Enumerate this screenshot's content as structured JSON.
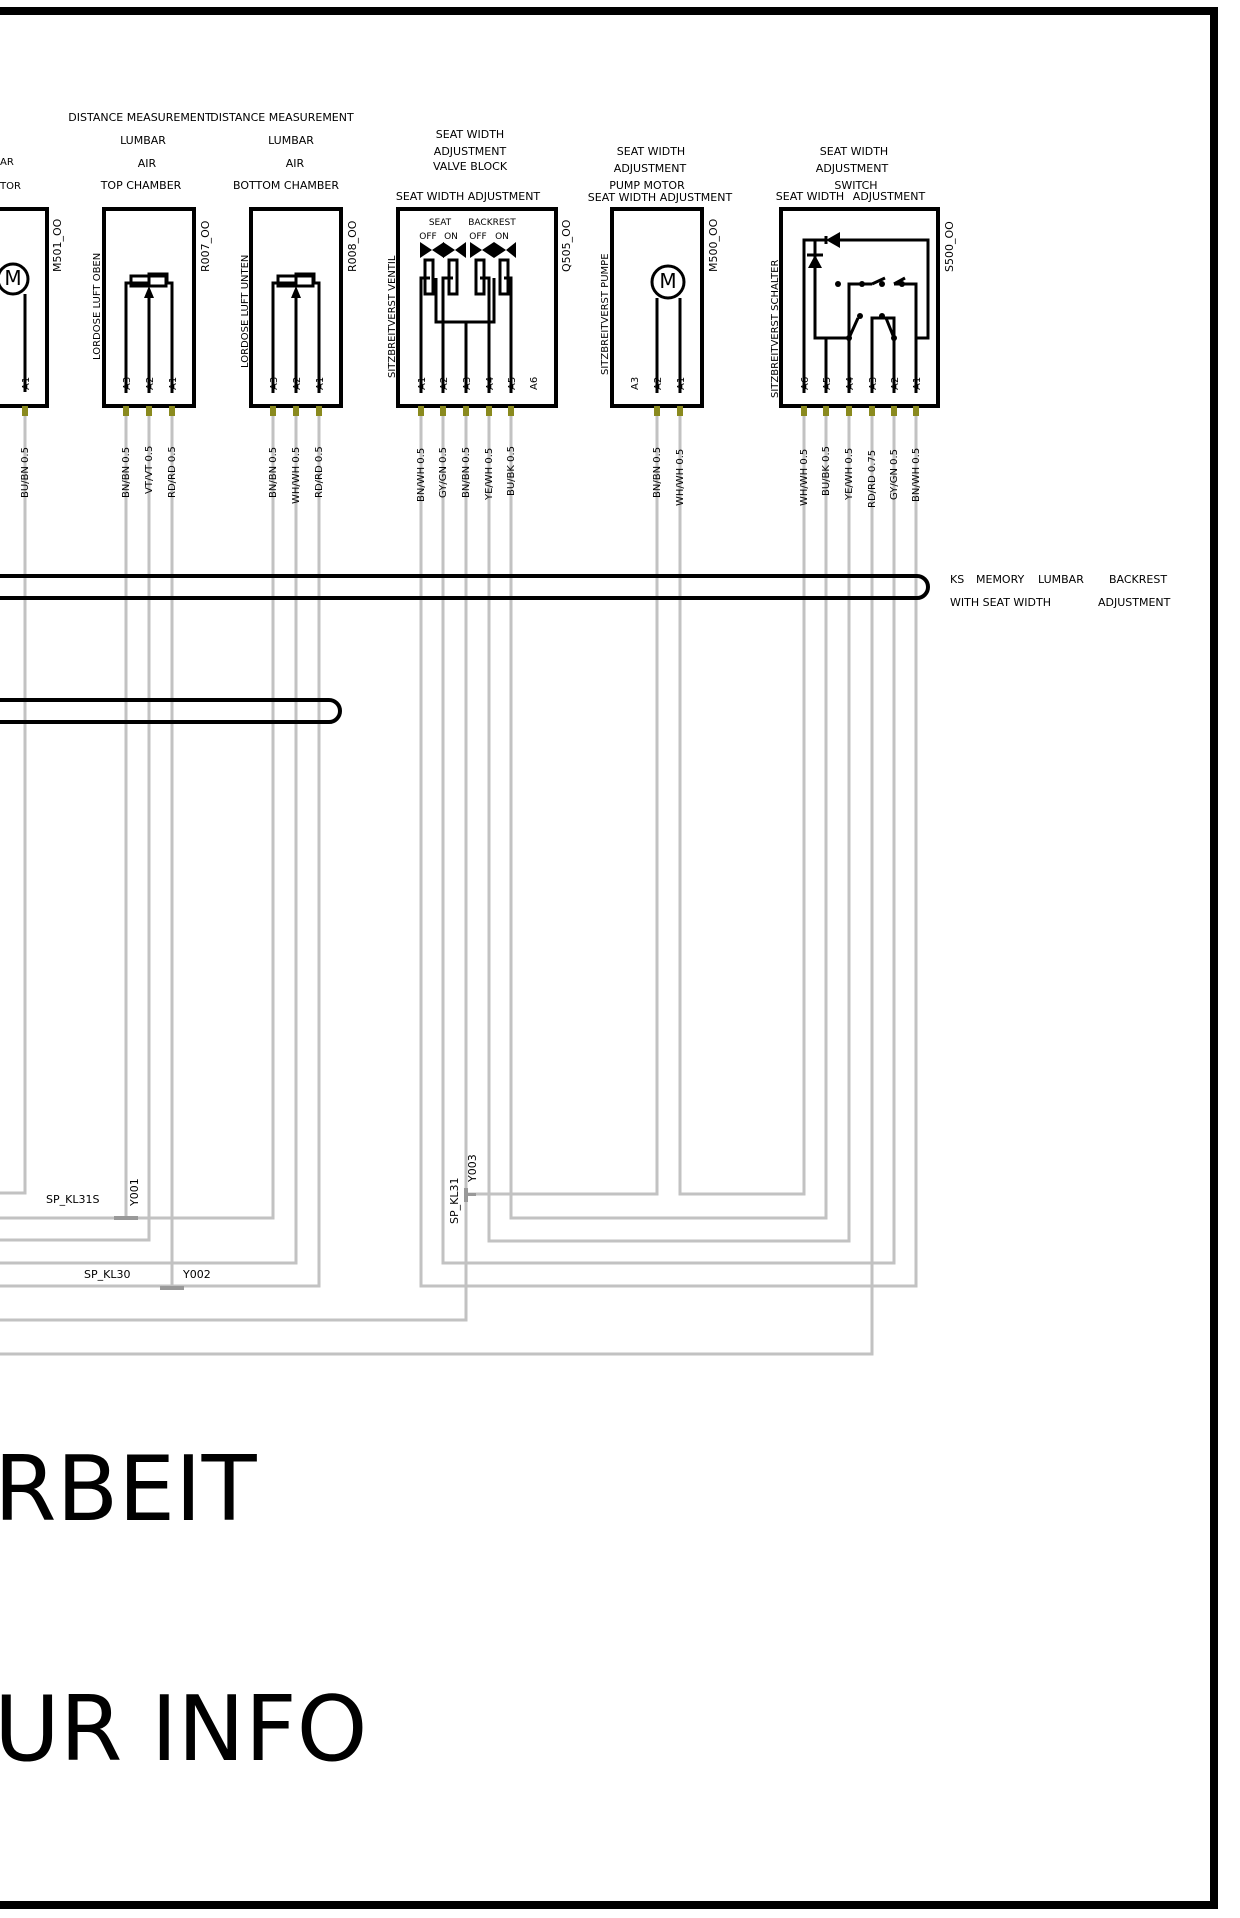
{
  "components": {
    "m501": {
      "title": [
        "AR",
        "TOR"
      ],
      "code": "M501_OO",
      "symbol": "M",
      "pins": [
        "A1"
      ],
      "wires": [
        "BU/BN 0.5"
      ]
    },
    "r007": {
      "title": [
        "DISTANCE MEASUREMENT",
        "LUMBAR",
        "AIR",
        "TOP CHAMBER"
      ],
      "side_label": "LORDOSE LUFT OBEN",
      "code": "R007_OO",
      "pins": [
        "A3",
        "A2",
        "A1"
      ],
      "wires": [
        "BN/BN 0.5",
        "VT/VT 0.5",
        "RD/RD 0.5"
      ]
    },
    "r008": {
      "title": [
        "DISTANCE MEASUREMENT",
        "LUMBAR",
        "AIR",
        "BOTTOM CHAMBER"
      ],
      "side_label": "LORDOSE LUFT UNTEN",
      "code": "R008_OO",
      "pins": [
        "A3",
        "A2",
        "A1"
      ],
      "wires": [
        "BN/BN 0.5",
        "WH/WH 0.5",
        "RD/RD 0.5"
      ]
    },
    "q505": {
      "title": [
        "SEAT WIDTH",
        "ADJUSTMENT",
        "VALVE BLOCK",
        "SEAT WIDTH ADJUSTMENT"
      ],
      "side_label": "SITZBREITVERST VENTIL",
      "code": "Q505_OO",
      "inner_labels": [
        "SEAT",
        "BACKREST",
        "OFF",
        "ON",
        "OFF",
        "ON"
      ],
      "pins": [
        "A1",
        "A2",
        "A3",
        "A4",
        "A5",
        "A6"
      ],
      "wires": [
        "BN/WH 0.5",
        "GY/GN 0.5",
        "BN/BN 0.5",
        "YE/WH 0.5",
        "BU/BK 0.5"
      ]
    },
    "m500": {
      "title": [
        "SEAT WIDTH",
        "ADJUSTMENT",
        "PUMP MOTOR",
        "SEAT WIDTH",
        "ADJUSTMENT"
      ],
      "side_label": "SITZBREITVERST PUMPE",
      "code": "M500_OO",
      "symbol": "M",
      "pins": [
        "A3",
        "A2",
        "A1"
      ],
      "wires": [
        "BN/BN 0.5",
        "WH/WH 0.5"
      ]
    },
    "s500": {
      "title": [
        "SEAT WIDTH",
        "ADJUSTMENT",
        "SWITCH",
        "SEAT WIDTH",
        "ADJUSTMENT"
      ],
      "side_label": "SITZBREITVERST SCHALTER",
      "code": "S500_OO",
      "pins": [
        "A6",
        "A5",
        "A4",
        "A3",
        "A2",
        "A1"
      ],
      "wires": [
        "WH/WH 0.5",
        "BU/BK 0.5",
        "YE/WH 0.5",
        "RD/RD 0.75",
        "GY/GN 0.5",
        "BN/WH 0.5"
      ]
    }
  },
  "harness": {
    "label_line1": [
      "KS",
      "MEMORY",
      "LUMBAR",
      "BACKREST"
    ],
    "label_line2": [
      "WITH SEAT WIDTH",
      "ADJUSTMENT"
    ]
  },
  "splices": {
    "sp_kl31s": "SP_KL31S",
    "y001": "Y001",
    "sp_kl30": "SP_KL30",
    "y002": "Y002",
    "sp_kl31": "SP_KL31",
    "y003": "Y003"
  },
  "watermark": {
    "line1": "RBEIT",
    "line2": "UR INFO"
  },
  "colors": {
    "wire": "#c2c2c2",
    "pin": "#8a8a1e",
    "line": "#000000"
  }
}
